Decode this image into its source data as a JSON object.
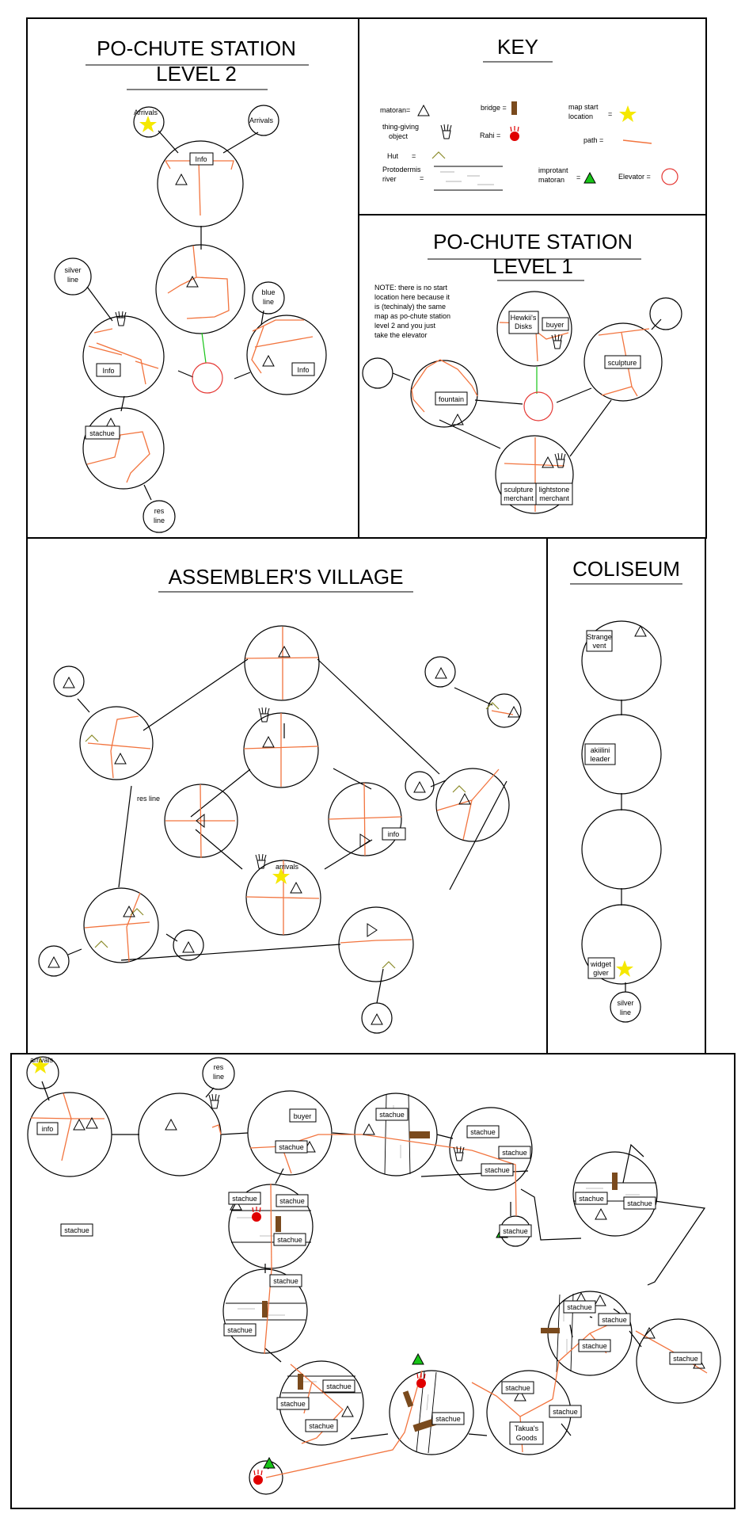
{
  "colors": {
    "path": "#f2743e",
    "elevator": "#e53935",
    "rahi": "#e00000",
    "bridge": "#7a4a1d",
    "hut": "#8b8b2a",
    "star": "#f5e800",
    "green": "#18c418",
    "ink": "#000000"
  },
  "level2": {
    "title_line1": "PO-CHUTE STATION",
    "title_line2": "LEVEL 2",
    "arrivals_left": "Arrivals",
    "arrivals_right": "Arrivals",
    "info_top": "Info",
    "silver_line": [
      "silver",
      "line"
    ],
    "blue_line": [
      "blue",
      "line"
    ],
    "info_left": "Info",
    "info_right": "Info",
    "stachue": "stachue",
    "res_line": [
      "res",
      "line"
    ]
  },
  "key": {
    "title": "KEY",
    "matoran": "matoran=",
    "thing_giving": [
      "thing-giving",
      "object"
    ],
    "hut": "Hut",
    "protodermis": [
      "Protodermis",
      "river"
    ],
    "bridge": "bridge =",
    "rahi": "Rahi =",
    "important": [
      "improtant",
      "matoran"
    ],
    "map_start": [
      "map start",
      "location"
    ],
    "path": "path =",
    "elevator": "Elevator ="
  },
  "level1": {
    "title_line1": "PO-CHUTE STATION",
    "title_line2": "LEVEL 1",
    "note": [
      "NOTE: there is no start",
      "location here because it",
      "is (techinaly) the same",
      "map as po-chute station",
      "level 2  and you just",
      "take the elevator"
    ],
    "hewkii": [
      "Hewkii's",
      "Disks"
    ],
    "buyer": "buyer",
    "sculpture": "sculpture",
    "fountain": "fountain",
    "sculpture_merchant": [
      "sculpture",
      "merchant"
    ],
    "lightstone_merchant": [
      "lightstone",
      "merchant"
    ]
  },
  "assembler": {
    "title": "ASSEMBLER'S VILLAGE",
    "res_line": "res line",
    "info": "info",
    "arrivals": "arrivals"
  },
  "coliseum": {
    "title": "COLISEUM",
    "strange_vent": [
      "Strange",
      "vent"
    ],
    "akiilini": [
      "akiilini",
      "leader"
    ],
    "widget": [
      "widget",
      "giver"
    ],
    "silver_line": [
      "silver",
      "line"
    ]
  },
  "bottom": {
    "arrivals": "arrivals",
    "res_line": [
      "res",
      "line"
    ],
    "info": "info",
    "buyer": "buyer",
    "stachue": "stachue",
    "takua": [
      "Takua's",
      "Goods"
    ]
  }
}
